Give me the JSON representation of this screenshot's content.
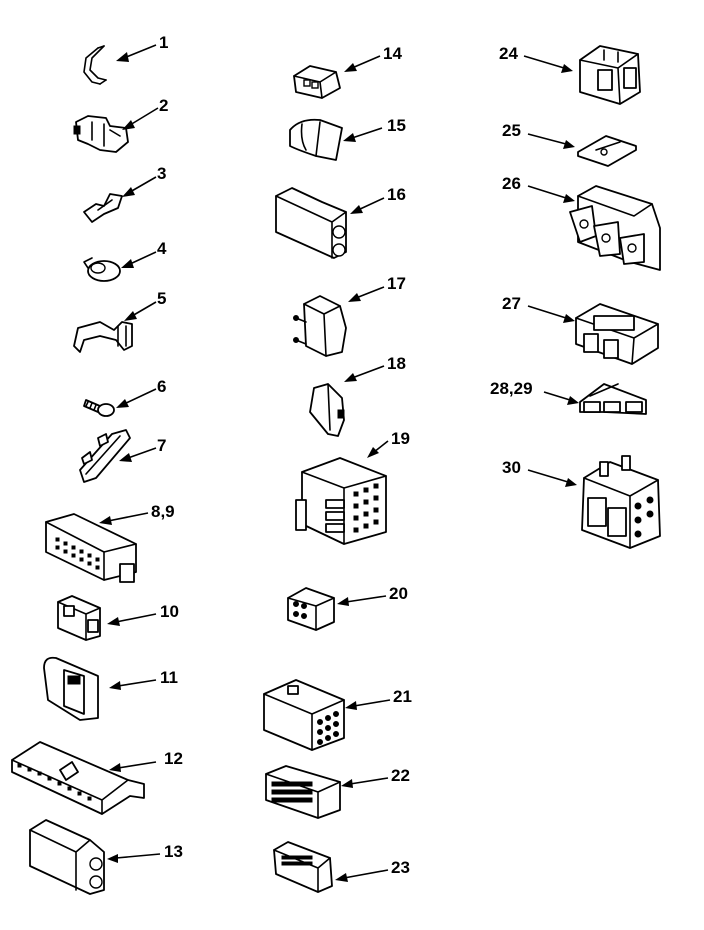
{
  "diagram": {
    "callouts": [
      "1",
      "2",
      "3",
      "4",
      "5",
      "6",
      "7",
      "8,9",
      "10",
      "11",
      "12",
      "13",
      "14",
      "15",
      "16",
      "17",
      "18",
      "19",
      "20",
      "21",
      "22",
      "23",
      "24",
      "25",
      "26",
      "27",
      "28,29",
      "30"
    ]
  }
}
